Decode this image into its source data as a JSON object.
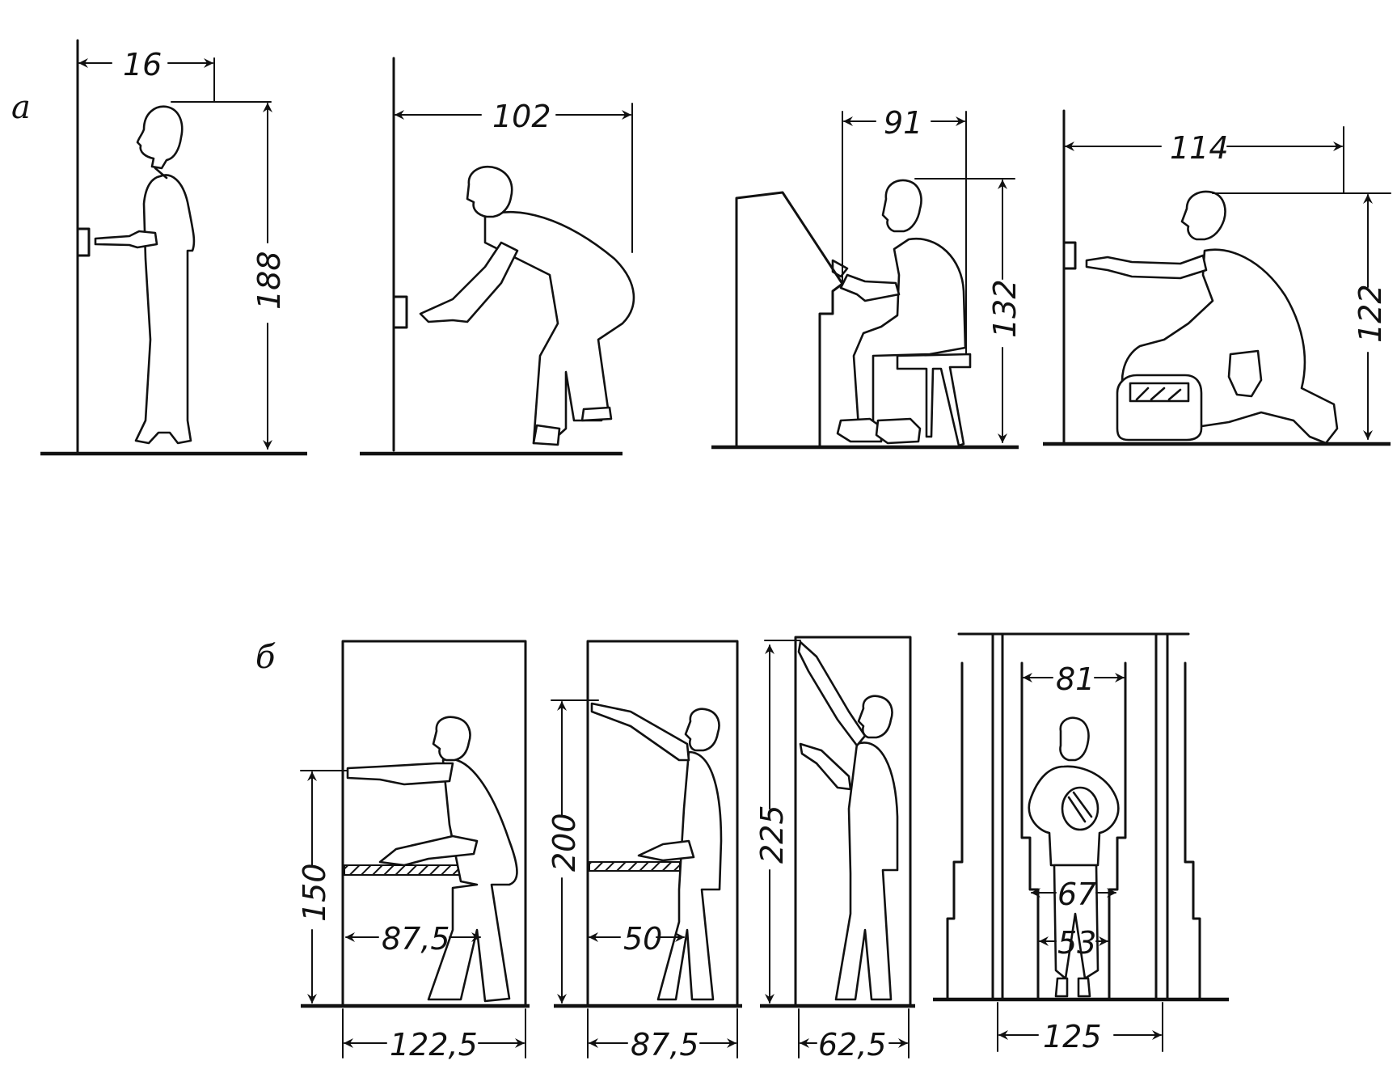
{
  "sections": {
    "a": {
      "label": "а"
    },
    "b": {
      "label": "б"
    }
  },
  "dimensions": {
    "a_standing_wall_offset": "16",
    "a_standing_height": "188",
    "a_bending_reach": "102",
    "a_seated_depth": "91",
    "a_seated_height": "132",
    "a_kneeling_reach": "114",
    "a_kneeling_height": "122",
    "b_panel1_height": "150",
    "b_panel1_inner": "87,5",
    "b_panel1_width": "122,5",
    "b_panel2_height": "200",
    "b_panel2_inner": "50",
    "b_panel2_width": "87,5",
    "b_panel3_height": "225",
    "b_panel3_width": "62,5",
    "b_panel4_inner_top": "81",
    "b_panel4_inner_mid": "67",
    "b_panel4_inner_low": "53",
    "b_panel4_width": "125"
  }
}
